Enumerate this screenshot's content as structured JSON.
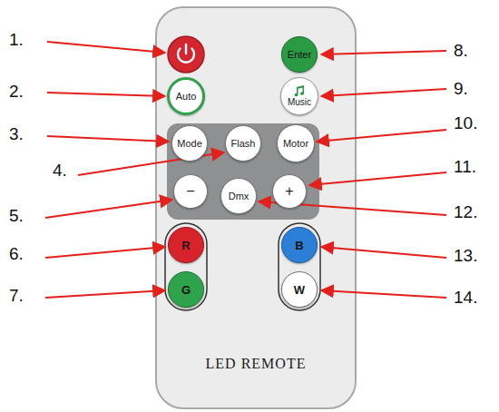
{
  "diagram": {
    "nodes": [
      {
        "text": [
          "LED REMOTE"
        ]
      },
      {
        "text": [
          "Enter"
        ],
        "in": 0
      },
      {
        "text": [
          "Auto"
        ],
        "in": 0
      },
      {
        "text": [
          "Music"
        ],
        "in": 0
      },
      {
        "text": [
          "Mode"
        ],
        "in": 0
      },
      {
        "text": [
          "Flash"
        ],
        "in": 0
      },
      {
        "text": [
          "Motor"
        ],
        "in": 0
      },
      {
        "text": [
          "−"
        ],
        "in": 0
      },
      {
        "text": [
          "Dmx"
        ],
        "in": 0
      },
      {
        "text": [
          "+"
        ],
        "in": 0
      },
      {
        "text": [
          "R"
        ],
        "in": 0
      },
      {
        "text": [
          "B"
        ],
        "in": 0
      },
      {
        "text": [
          "G"
        ],
        "in": 0
      },
      {
        "text": [
          "W"
        ],
        "in": 0
      }
    ],
    "labels": [
      "1.",
      "8.",
      "2.",
      "9.",
      "3.",
      "10.",
      "4.",
      "11.",
      "5.",
      "12.",
      "6.",
      "13.",
      "7.",
      "14."
    ]
  }
}
